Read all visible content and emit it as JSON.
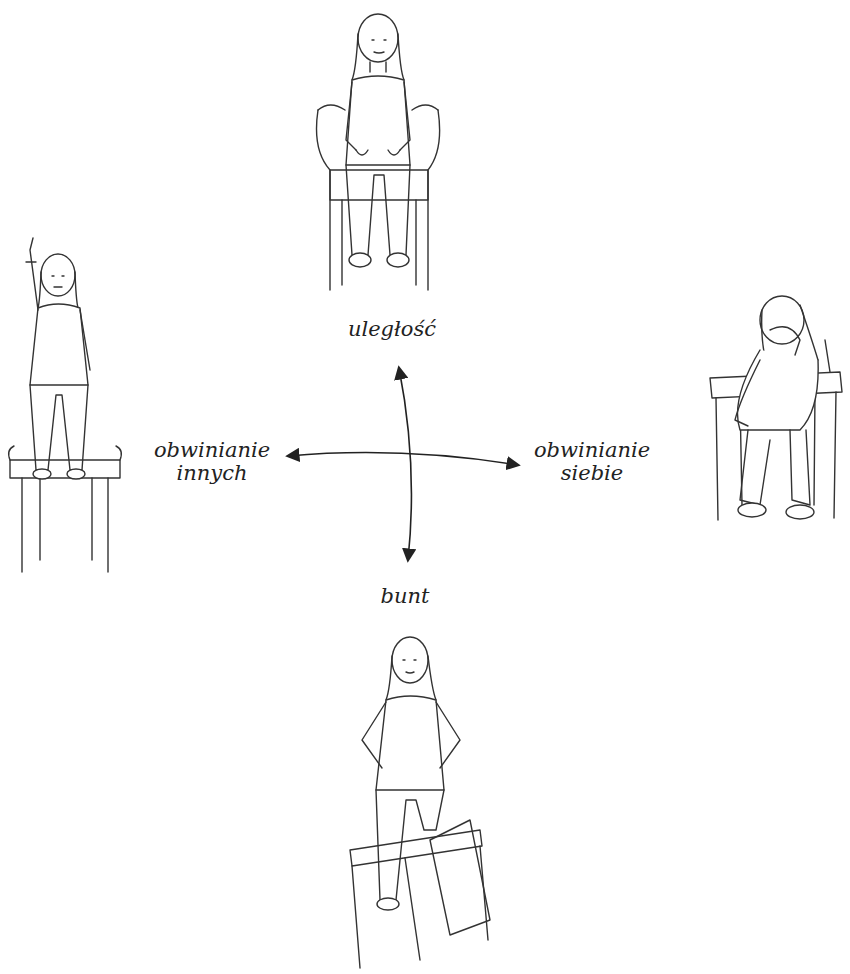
{
  "diagram": {
    "labels": [
      "uległość",
      "obwinianie innych",
      "obwinianie siebie",
      "bunt"
    ]
  }
}
